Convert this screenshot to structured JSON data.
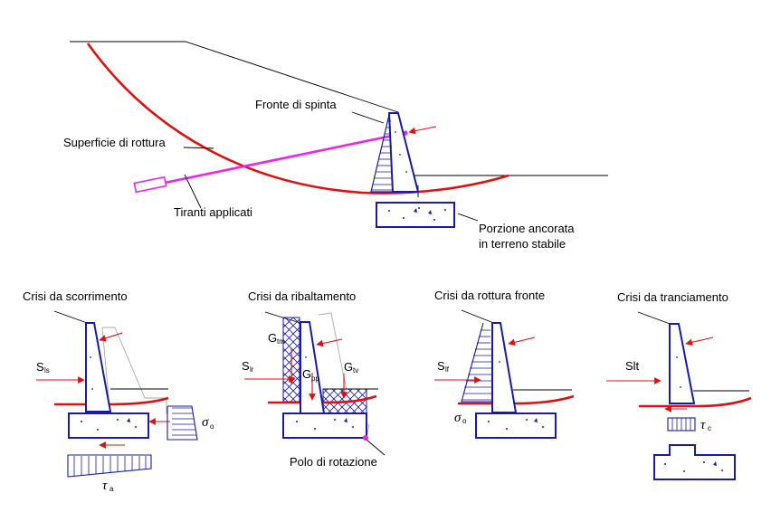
{
  "main": {
    "fronte_di_spinta": "Fronte di spinta",
    "superficie_di_rottura": "Superficie di rottura",
    "tiranti_applicati": "Tiranti applicati",
    "porzione_line1": "Porzione ancorata",
    "porzione_line2": "in terreno stabile"
  },
  "panels": {
    "scorrimento": {
      "title": "Crisi da scorrimento",
      "force": "S",
      "force_sub": "ls",
      "sigma": "σ",
      "sigma_sub": "o",
      "tau": "τ",
      "tau_sub": "a"
    },
    "ribaltamento": {
      "title": "Crisi da ribaltamento",
      "force": "S",
      "force_sub": "lr",
      "g1": "G",
      "g1_sub": "tm",
      "g2": "G",
      "g2_sub": "pp",
      "g3": "G",
      "g3_sub": "tv",
      "polo": "Polo di rotazione"
    },
    "rottura_fronte": {
      "title": "Crisi da rottura fronte",
      "force": "S",
      "force_sub": "lf",
      "sigma": "σ",
      "sigma_sub": "o"
    },
    "tranciamento": {
      "title": "Crisi da tranciamento",
      "force": "Slt",
      "tau": "τ",
      "tau_sub": "c"
    }
  },
  "colors": {
    "structure": "#1a1aa8",
    "slip_surface": "#dd1111",
    "anchor": "#ee22ee",
    "ground": "#000000"
  }
}
